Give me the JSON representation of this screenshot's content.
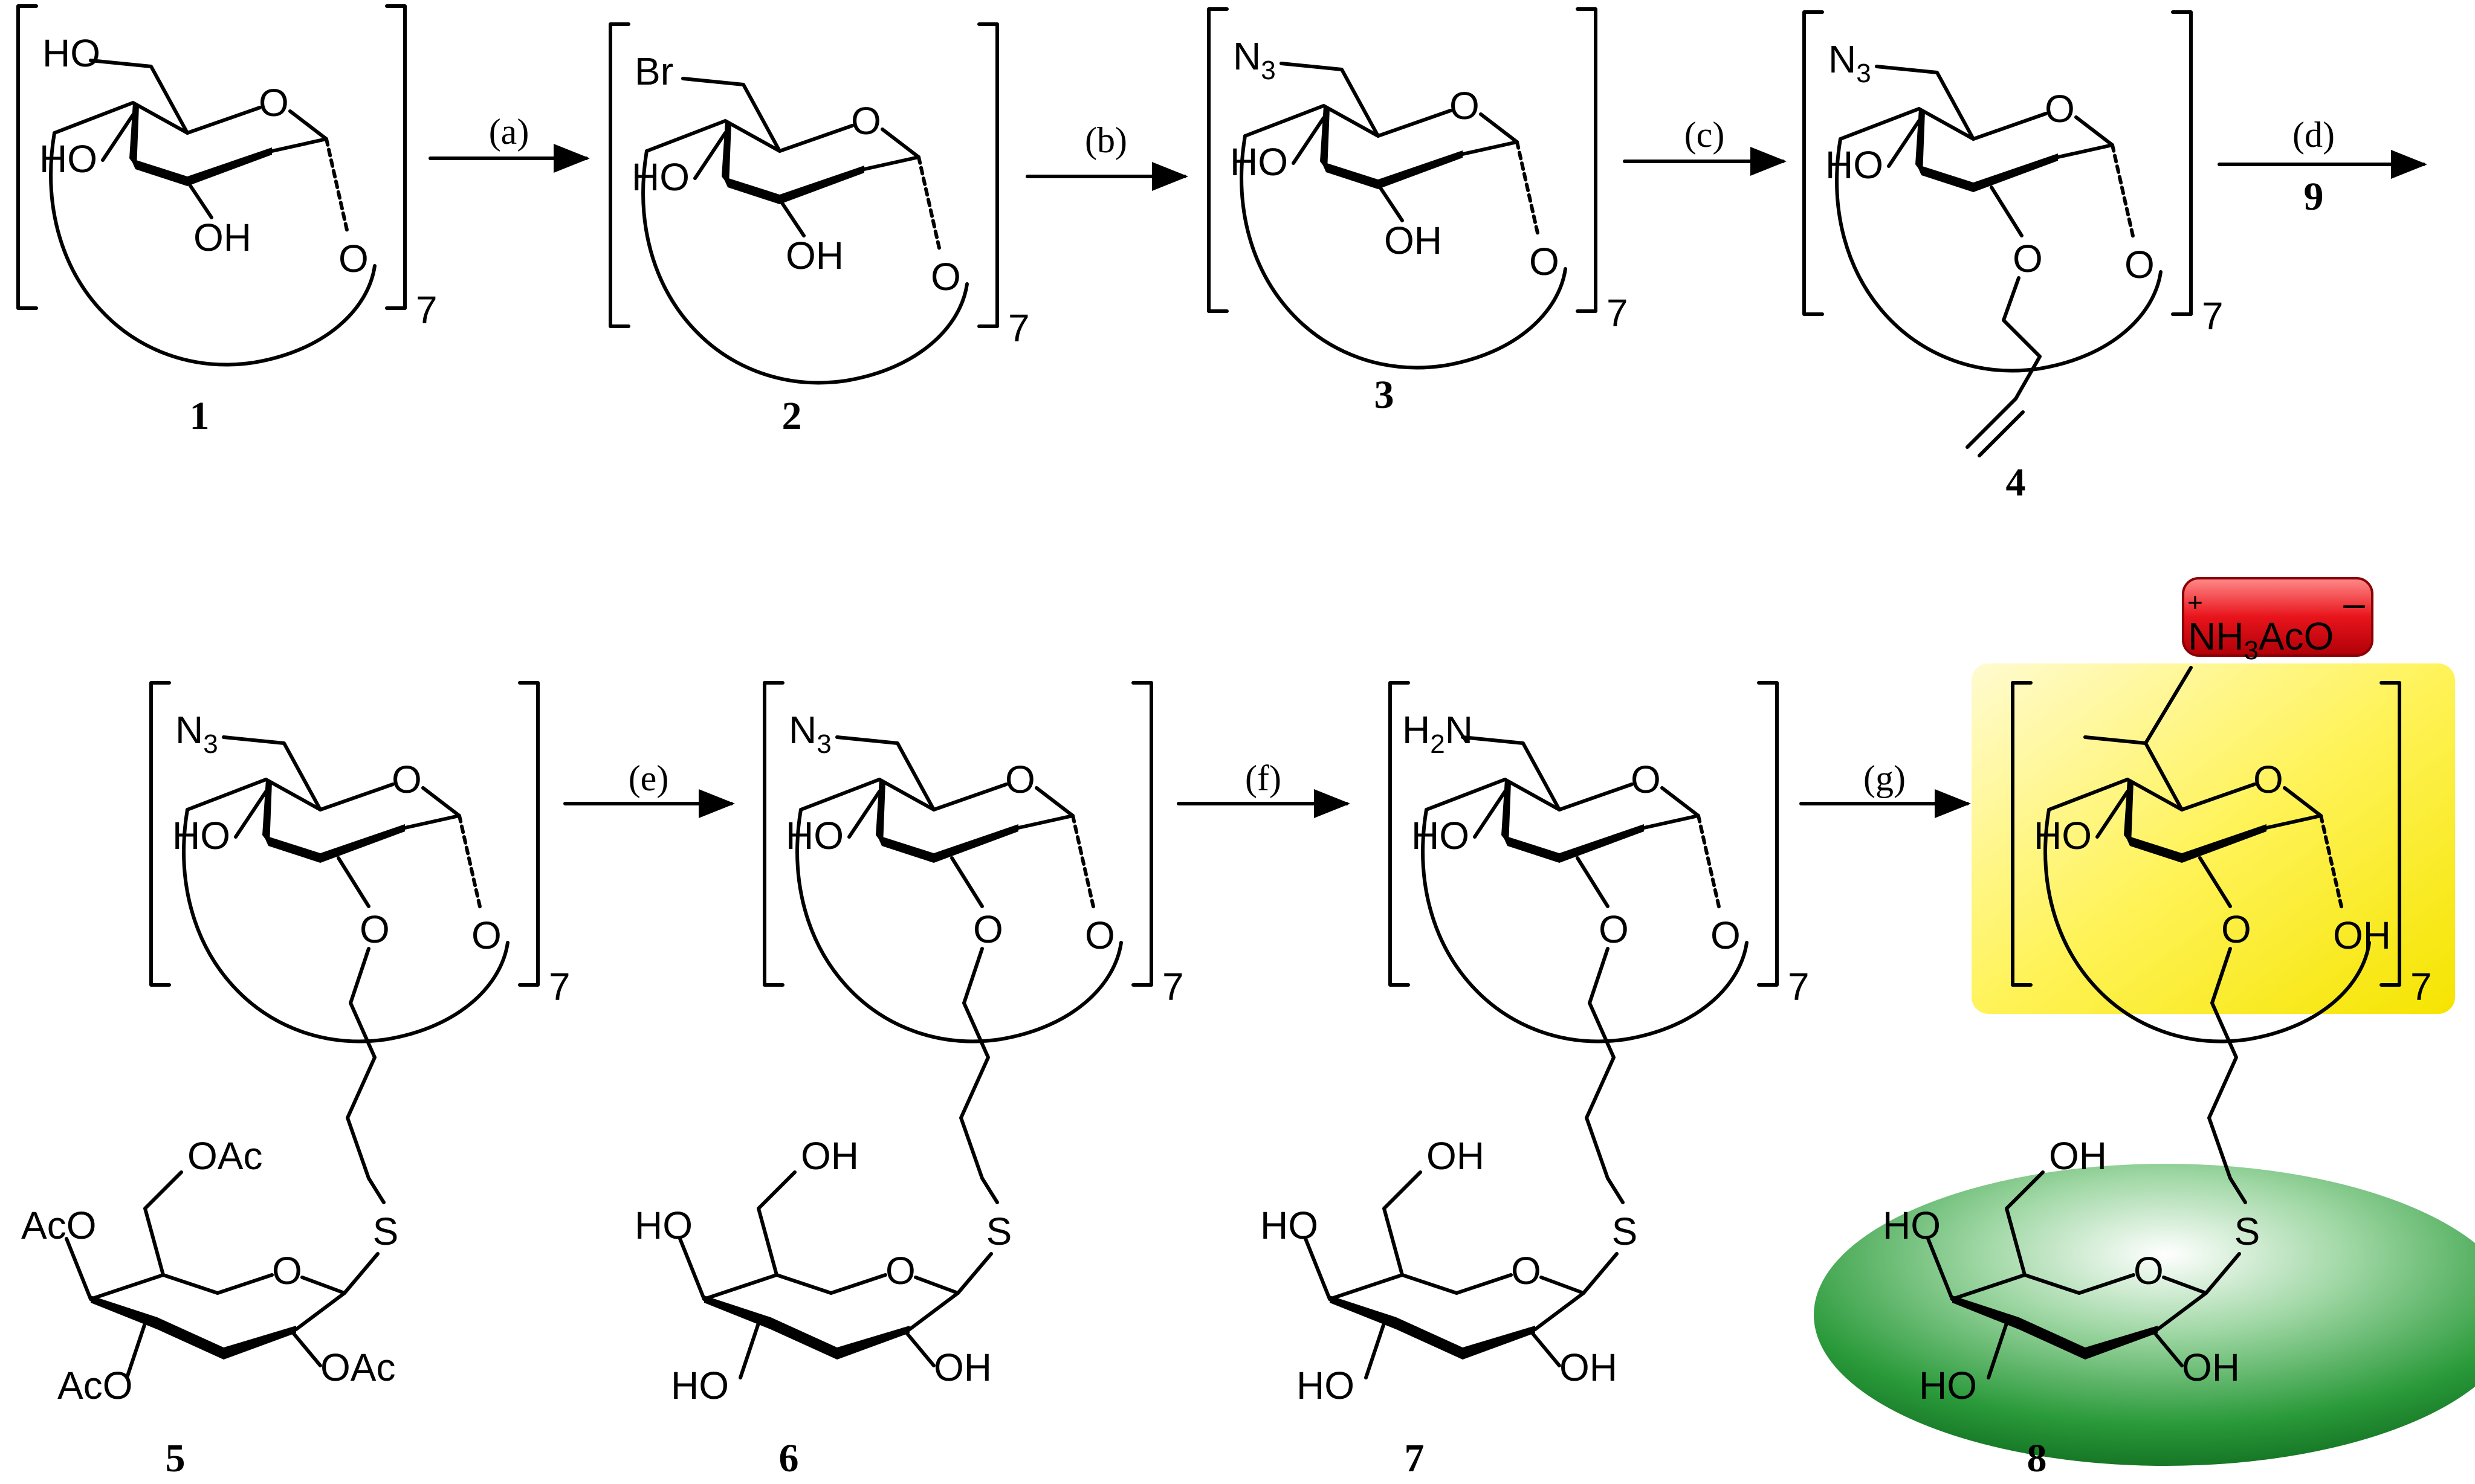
{
  "steps": [
    {
      "label": "(a)",
      "below": ""
    },
    {
      "label": "(b)",
      "below": ""
    },
    {
      "label": "(c)",
      "below": ""
    },
    {
      "label": "(d)",
      "below": "9"
    },
    {
      "label": "(e)",
      "below": ""
    },
    {
      "label": "(f)",
      "below": ""
    },
    {
      "label": "(g)",
      "below": ""
    }
  ],
  "compounds": [
    {
      "number": "1",
      "c6": "HO",
      "c3": "HO",
      "c2": "OH",
      "ring_o": "O",
      "glyco_o": "O",
      "repeat": "7"
    },
    {
      "number": "2",
      "c6": "Br",
      "c3": "HO",
      "c2": "OH",
      "ring_o": "O",
      "glyco_o": "O",
      "repeat": "7"
    },
    {
      "number": "3",
      "c6": "N",
      "c6_sub": "3",
      "c3": "HO",
      "c2": "OH",
      "ring_o": "O",
      "glyco_o": "O",
      "repeat": "7"
    },
    {
      "number": "4",
      "c6": "N",
      "c6_sub": "3",
      "c3": "HO",
      "c2": "O",
      "ring_o": "O",
      "glyco_o": "O",
      "repeat": "7"
    },
    {
      "number": "5",
      "c6": "N",
      "c6_sub": "3",
      "c3": "HO",
      "c2": "O",
      "ring_o": "O",
      "glyco_o": "O",
      "repeat": "7",
      "sulfur": "S",
      "sugar": {
        "o6": "OAc",
        "o4": "AcO",
        "o3": "AcO",
        "o2": "OAc",
        "ring_o": "O"
      }
    },
    {
      "number": "6",
      "c6": "N",
      "c6_sub": "3",
      "c3": "HO",
      "c2": "O",
      "ring_o": "O",
      "glyco_o": "O",
      "repeat": "7",
      "sulfur": "S",
      "sugar": {
        "o6": "OH",
        "o4": "HO",
        "o3": "HO",
        "o2": "OH",
        "ring_o": "O"
      }
    },
    {
      "number": "7",
      "c6": "H",
      "c6_sub": "2",
      "c6_tail": "N",
      "c3": "HO",
      "c2": "O",
      "ring_o": "O",
      "glyco_o": "O",
      "repeat": "7",
      "sulfur": "S",
      "sugar": {
        "o6": "OH",
        "o4": "HO",
        "o3": "HO",
        "o2": "OH",
        "ring_o": "O"
      }
    },
    {
      "number": "8",
      "c6": "NH",
      "c6_sub": "3",
      "c6_tail": "AcO",
      "charge_plus": "+",
      "charge_minus": "–",
      "c3": "HO",
      "c2": "O",
      "ring_o": "O",
      "glyco_o": "OH",
      "repeat": "7",
      "sulfur": "S",
      "sugar": {
        "o6": "OH",
        "o4": "HO",
        "o3": "HO",
        "o2": "OH",
        "ring_o": "O"
      }
    }
  ],
  "colors": {
    "ammonium_box": "#e8141b",
    "cyclodextrin_box": "#fff200",
    "sugar_ellipse": "#1e8a2e",
    "ink": "#000000"
  }
}
